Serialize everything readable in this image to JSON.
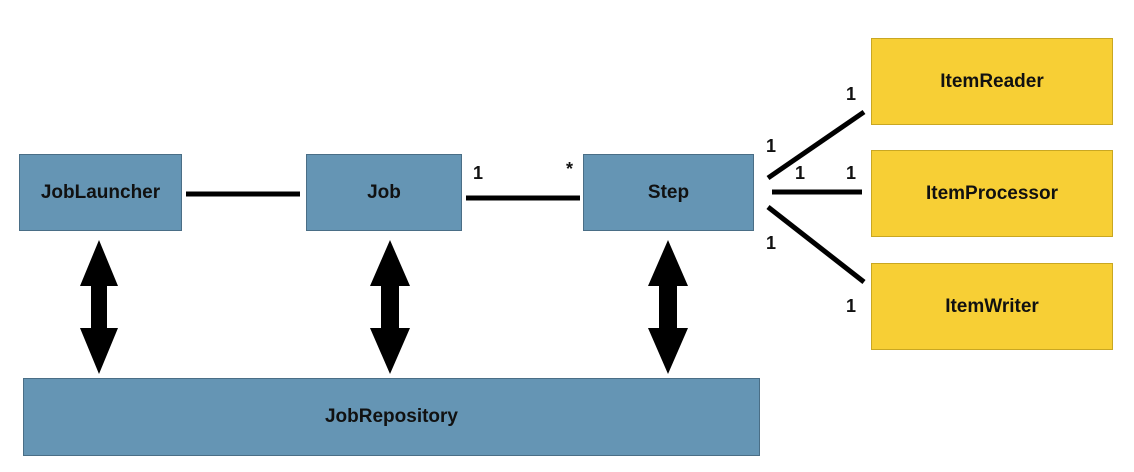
{
  "boxes": {
    "job_launcher": "JobLauncher",
    "job": "Job",
    "step": "Step",
    "job_repository": "JobRepository",
    "item_reader": "ItemReader",
    "item_processor": "ItemProcessor",
    "item_writer": "ItemWriter"
  },
  "multiplicities": {
    "job_side": "1",
    "step_side": "*",
    "step_reader": "1",
    "reader_end": "1",
    "step_processor": "1",
    "processor_end": "1",
    "step_writer": "1",
    "writer_end": "1"
  },
  "colors": {
    "core_box": "#6595b4",
    "item_box": "#f7cf35",
    "connector": "#000000"
  }
}
